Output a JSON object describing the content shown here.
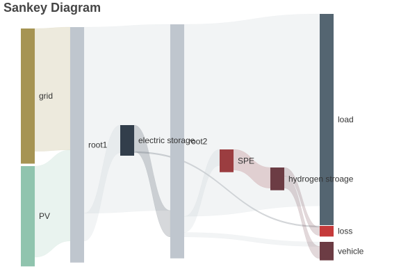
{
  "title": "Sankey Diagram",
  "chart_data": {
    "type": "sankey",
    "title": "Sankey Diagram",
    "nodes": [
      {
        "id": "grid",
        "label": "grid",
        "color": "#a69453"
      },
      {
        "id": "PV",
        "label": "PV",
        "color": "#90c4ae"
      },
      {
        "id": "root1",
        "label": "root1",
        "color": "#bfc6ce"
      },
      {
        "id": "electric storage",
        "label": "electric storage",
        "color": "#323e4b"
      },
      {
        "id": "root2",
        "label": "root2",
        "color": "#bfc6ce"
      },
      {
        "id": "SPE",
        "label": "SPE",
        "color": "#9b3d40"
      },
      {
        "id": "hydrogen stroage",
        "label": "hydrogen stroage",
        "color": "#6c3c44"
      },
      {
        "id": "load",
        "label": "load",
        "color": "#546571"
      },
      {
        "id": "loss",
        "label": "loss",
        "color": "#c53a3a"
      },
      {
        "id": "vehicle",
        "label": "vehicle",
        "color": "#6c3c44"
      }
    ],
    "links": [
      {
        "source": "grid",
        "target": "root1",
        "value": 190
      },
      {
        "source": "PV",
        "target": "root1",
        "value": 141
      },
      {
        "source": "root1",
        "target": "root2",
        "value": 288
      },
      {
        "source": "root1",
        "target": "electric storage",
        "value": 43
      },
      {
        "source": "electric storage",
        "target": "root2",
        "value": 41
      },
      {
        "source": "electric storage",
        "target": "loss",
        "value": 2
      },
      {
        "source": "root2",
        "target": "load",
        "value": 297
      },
      {
        "source": "root2",
        "target": "SPE",
        "value": 25
      },
      {
        "source": "root2",
        "target": "vehicle",
        "value": 7
      },
      {
        "source": "SPE",
        "target": "hydrogen stroage",
        "value": 32
      },
      {
        "source": "hydrogen stroage",
        "target": "loss",
        "value": 13
      },
      {
        "source": "hydrogen stroage",
        "target": "vehicle",
        "value": 19
      }
    ]
  }
}
